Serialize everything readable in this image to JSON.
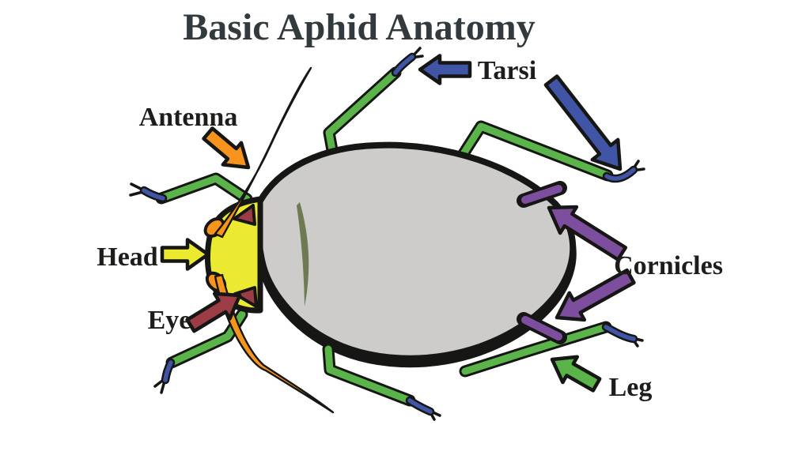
{
  "title": "Basic Aphid Anatomy",
  "labels": {
    "antenna": "Antenna",
    "head": "Head",
    "eye": "Eye",
    "tarsi": "Tarsi",
    "cornicles": "Cornicles",
    "leg": "Leg"
  },
  "colors": {
    "background": "#ffffff",
    "title_text": "#323a3e",
    "label_text": "#1d1d1b",
    "outline": "#161614",
    "body_gray": "#cdcccb",
    "body_mark": "#6e7b52",
    "head_yellow": "#ece931",
    "eye_maroon": "#9c3c45",
    "antenna_orange": "#f7941e",
    "leg_green": "#5ab449",
    "tarsus_blue": "#4055a6",
    "cornicle_purple": "#7d4e9e"
  }
}
